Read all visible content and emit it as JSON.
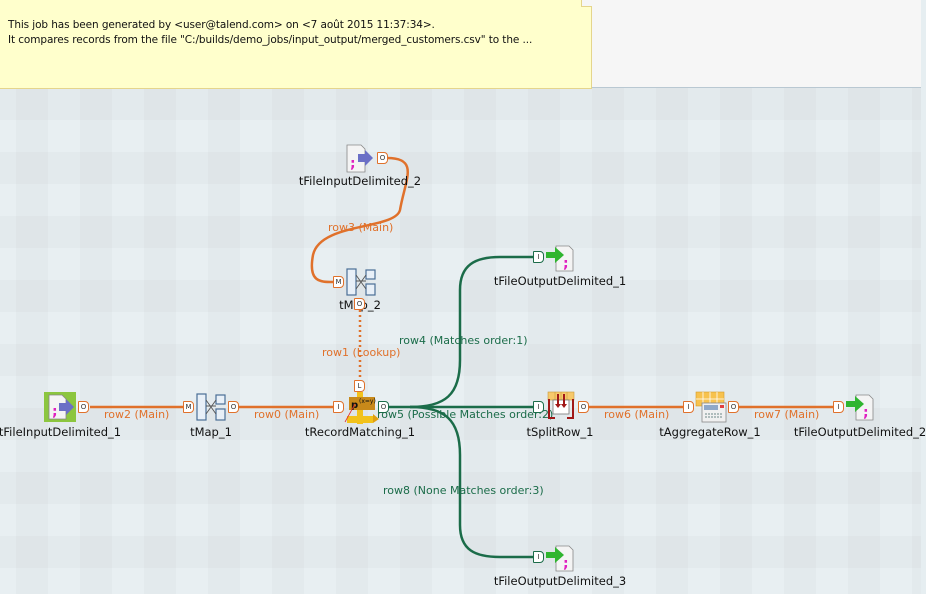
{
  "note": {
    "lines": [
      "This job has been generated by <user@talend.com> on <7 août 2015 11:37:34>.",
      "It compares records from the file \"C:/builds/demo_jobs/input_output/merged_customers.csv\" to the ..."
    ]
  },
  "components": [
    {
      "id": "tFileInputDelimited_1",
      "label": "tFileInputDelimited_1",
      "icon": "file-input-icon"
    },
    {
      "id": "tMap_1",
      "label": "tMap_1",
      "icon": "tmap-icon"
    },
    {
      "id": "tRecordMatching_1",
      "label": "tRecordMatching_1",
      "icon": "record-matching-icon"
    },
    {
      "id": "tFileInputDelimited_2",
      "label": "tFileInputDelimited_2",
      "icon": "file-input-icon"
    },
    {
      "id": "tMap_2",
      "label": "tMap_2",
      "icon": "tmap-icon"
    },
    {
      "id": "tFileOutputDelimited_1",
      "label": "tFileOutputDelimited_1",
      "icon": "file-output-icon"
    },
    {
      "id": "tSplitRow_1",
      "label": "tSplitRow_1",
      "icon": "split-row-icon"
    },
    {
      "id": "tAggregateRow_1",
      "label": "tAggregateRow_1",
      "icon": "aggregate-row-icon"
    },
    {
      "id": "tFileOutputDelimited_2",
      "label": "tFileOutputDelimited_2",
      "icon": "file-output-icon"
    },
    {
      "id": "tFileOutputDelimited_3",
      "label": "tFileOutputDelimited_3",
      "icon": "file-output-icon"
    }
  ],
  "links": [
    {
      "label": "row2 (Main)",
      "from": "tFileInputDelimited_1",
      "to": "tMap_1",
      "type": "main"
    },
    {
      "label": "row0 (Main)",
      "from": "tMap_1",
      "to": "tRecordMatching_1",
      "type": "main"
    },
    {
      "label": "row3 (Main)",
      "from": "tFileInputDelimited_2",
      "to": "tMap_2",
      "type": "main"
    },
    {
      "label": "row1 (Lookup)",
      "from": "tMap_2",
      "to": "tRecordMatching_1",
      "type": "lookup"
    },
    {
      "label": "row4 (Matches order:1)",
      "from": "tRecordMatching_1",
      "to": "tFileOutputDelimited_1",
      "type": "matches"
    },
    {
      "label": "row5 (Possible Matches order:2)",
      "from": "tRecordMatching_1",
      "to": "tSplitRow_1",
      "type": "matches"
    },
    {
      "label": "row8 (None Matches order:3)",
      "from": "tRecordMatching_1",
      "to": "tFileOutputDelimited_3",
      "type": "matches"
    },
    {
      "label": "row6 (Main)",
      "from": "tSplitRow_1",
      "to": "tAggregateRow_1",
      "type": "main"
    },
    {
      "label": "row7 (Main)",
      "from": "tAggregateRow_1",
      "to": "tFileOutputDelimited_2",
      "type": "main"
    }
  ],
  "ports": {
    "output": "O",
    "input": "I",
    "main": "M",
    "lookup": "L"
  },
  "colors": {
    "main_link": "#e0712b",
    "match_link": "#1b6c49",
    "note_bg": "#ffffcc"
  }
}
